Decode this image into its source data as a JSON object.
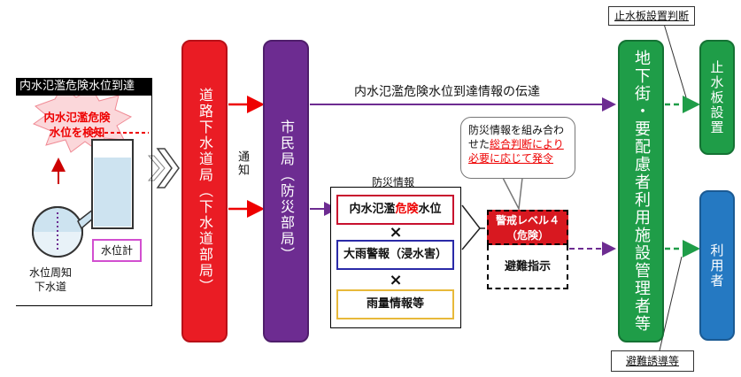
{
  "left_panel": {
    "title": "内水氾濫危険水位到達",
    "burst_line1": "内水氾濫危険",
    "burst_line2": "水位を検知",
    "sewer_line1": "水位周知",
    "sewer_line2": "下水道",
    "gauge_label": "水位計"
  },
  "road_sewer_bureau": "道路下水道局（下水道部局）",
  "notify_label": "通知",
  "citizen_bureau": "市民局（防災部局）",
  "propagation_label": "内水氾濫危険水位到達情報の伝達",
  "disaster_info": {
    "title": "防災情報",
    "item1_prefix": "内水氾濫",
    "item1_red": "危険",
    "item1_suffix": "水位",
    "item2": "大雨警報（浸水害）",
    "item3": "雨量情報等",
    "cross": "×"
  },
  "callout": {
    "line1": "防災情報を組み合わ",
    "line2_prefix": "せた",
    "line2_red": "総合判断により",
    "line3_red": "必要に応じて発令"
  },
  "alert": {
    "line1": "警戒レベル４",
    "line2": "（危険）"
  },
  "evacuation_order": "避難指示",
  "underground_managers": "地下街・要配慮者利用施設管理者等",
  "stopboard_decision": "止水板設置判断",
  "stopboard_install": "止水板設置",
  "users": "利用者",
  "evacuation_guidance": "避難誘導等",
  "colors": {
    "red": "#ea1c24",
    "purple": "#6d2c91",
    "green": "#1f9d48",
    "blue": "#2579c2"
  }
}
